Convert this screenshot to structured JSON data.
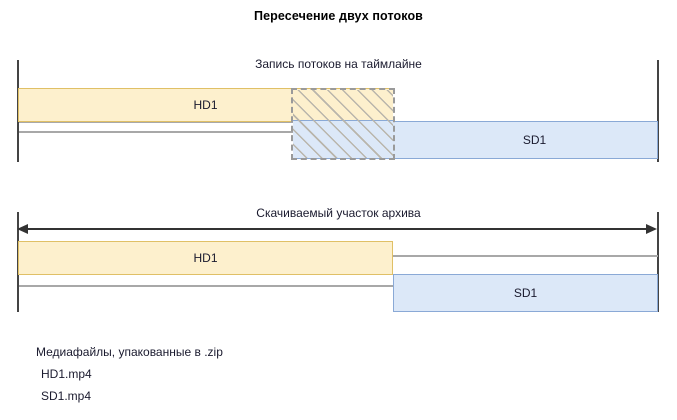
{
  "title": "Пересечение двух потоков",
  "sections": [
    {
      "key": "timeline",
      "subtitle": "Запись потоков на таймлайне",
      "hd_label": "HD1",
      "sd_label": "SD1"
    },
    {
      "key": "archive",
      "subtitle": "Скачиваемый участок архива",
      "hd_label": "HD1",
      "sd_label": "SD1"
    }
  ],
  "footer": {
    "heading": "Медиафайлы, упакованные в .zip",
    "files": [
      "HD1.mp4",
      "SD1.mp4"
    ]
  },
  "colors": {
    "hd_fill": "#fdf0cd",
    "hd_border": "#e0c066",
    "sd_fill": "#dce8f8",
    "sd_border": "#8aa9d6",
    "track": "#a8a8a8",
    "axis": "#444444",
    "hatch": "#b9b5ab",
    "arrow": "#333333",
    "text": "#1a1a2e"
  }
}
